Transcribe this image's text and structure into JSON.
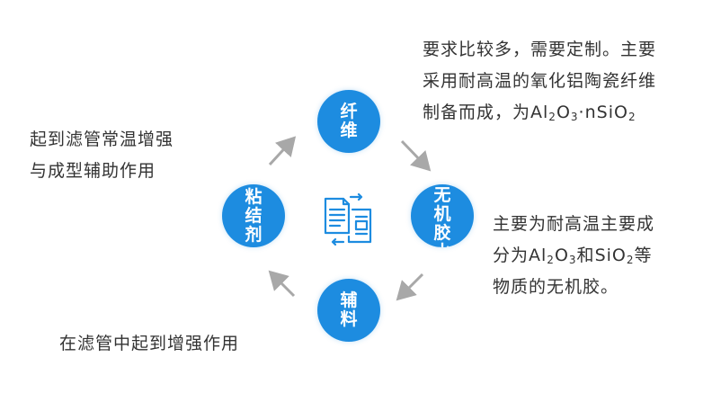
{
  "colors": {
    "node": "#1d8ce0",
    "arrow": "#a8a8a8",
    "text": "#333333"
  },
  "nodes": {
    "fiber": {
      "lines": [
        "纤",
        "维"
      ]
    },
    "rubber": {
      "lines": [
        "无",
        "机",
        "胶",
        "水"
      ]
    },
    "aux": {
      "lines": [
        "辅",
        "料"
      ]
    },
    "binder": {
      "lines": [
        "粘",
        "结",
        "剂"
      ]
    }
  },
  "fiber_desc": {
    "line1": "要求比较多，需要定制。主要",
    "line2": "采用耐高温的氧化铝陶瓷纤维",
    "line3_prefix": "制备而成，为",
    "formula": {
      "al": "Al",
      "sub2": "2",
      "o": "O",
      "sub3": "3",
      "mid": "·nSiO",
      "sub2b": "2"
    }
  },
  "rubber_desc": {
    "line1": "主要为耐高温主要成",
    "line2_prefix": "分为",
    "line2_and": "和",
    "line2_suffix": "等",
    "line3": "物质的无机胶。",
    "formula_a": {
      "al": "Al",
      "sub2": "2",
      "o": "O",
      "sub3": "3"
    },
    "formula_b": {
      "sio": "SiO",
      "sub2": "2"
    }
  },
  "binder_desc": {
    "line1": "起到滤管常温增强",
    "line2": "与成型辅助作用"
  },
  "aux_desc": {
    "line1": "在滤管中起到增强作用"
  },
  "icons": {
    "center": "document-transfer-icon",
    "arrows": "cycle-arrow-icon"
  }
}
